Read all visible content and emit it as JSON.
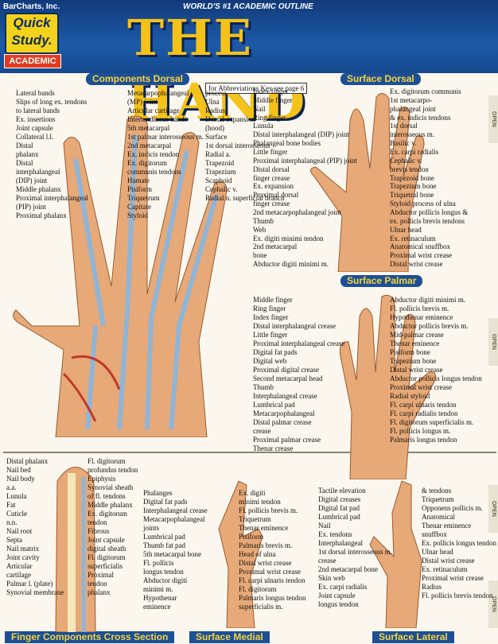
{
  "header": {
    "brand": "BarCharts, Inc.",
    "tagline": "WORLD'S #1 ACADEMIC OUTLINE",
    "quick": "Quick",
    "study": "Study.",
    "academic": "ACADEMIC",
    "title": "THE HAND"
  },
  "abbrev_note": "for Abbreviations Key see page 6",
  "open_label": "OPEN",
  "sections": {
    "components_dorsal": "Components Dorsal",
    "surface_dorsal": "Surface Dorsal",
    "surface_palmar": "Surface Palmar",
    "finger_cross": "Finger Components Cross Section",
    "surface_medial": "Surface Medial",
    "surface_lateral": "Surface Lateral"
  },
  "labels": {
    "cd": [
      "Lateral bands",
      "Slips of long ex. tendons",
      "to lateral bands",
      "Ex. insertions",
      "Joint capsule",
      "Collateral l.l.",
      "Distal",
      "phalanx",
      "Distal",
      "interphalangeal",
      "(DIP) joint",
      "Middle phalanx",
      "Proximal interphalangeal",
      "(PIP) joint",
      "Proximal phalanx",
      "Metacarpophalangeal",
      "(MP) joint",
      "Articular cartilage",
      "Intertendinous bands",
      "5th metacarpal",
      "1st palmar interosseous m.",
      "2nd metacarpal",
      "Ex. indicis tendon",
      "Ex. digitorum",
      "communis tendons",
      "Hamate",
      "Pisiform",
      "Triquetrum",
      "Capitate",
      "Styloid",
      "process",
      "Ulna",
      "Radius",
      "Dorsal expansion",
      "(hood)",
      "Surface",
      "1st dorsal interosseous",
      "Radial a.",
      "Trapezoid",
      "Trapezium",
      "Scaphoid",
      "Cephalic v.",
      "Radial n. superficial branch"
    ],
    "sd": [
      "Index finger",
      "Middle finger",
      "Nail",
      "Ring finger",
      "Lunula",
      "Distal interphalangeal (DIP) joint",
      "Phalangeal bone bodies",
      "Little finger",
      "Proximal interphalangeal (PIP) joint",
      "Distal dorsal",
      "finger crease",
      "Ex. expansion",
      "Proximal dorsal",
      "finger crease",
      "2nd metacarpophalangeal joint",
      "Thumb",
      "Web",
      "Ex. digiti minimi tendon",
      "2nd metacarpal",
      "bone",
      "Abductor digiti minimi m.",
      "Ex. digitorum communis",
      "1st metacarpo-",
      "phalangeal joint",
      "& ex. indicis tendons",
      "1st dorsal",
      "interosseous m.",
      "Basilic v.",
      "Ex. carpi radialis",
      "Cephalic v.",
      "brevis tendon",
      "Trapezoid bone",
      "Trapezium bone",
      "Triquetral bone",
      "Styloid process of ulna",
      "Abductor pollicis longus &",
      "ex. pollicis brevis tendons",
      "Ulnar head",
      "Ex. retinaculum",
      "Anatomical snuffbox",
      "Proximal wrist crease",
      "Distal wrist crease"
    ],
    "sp": [
      "Middle finger",
      "Ring finger",
      "Index finger",
      "Distal interphalangeal crease",
      "Little finger",
      "Proximal interphalangeal crease",
      "Digital fat pads",
      "Digital web",
      "Proximal digital crease",
      "Second metacarpal head",
      "Thumb",
      "Interphalangeal crease",
      "Lumbrical pad",
      "Metacarpophalangeal",
      "Distal palmar crease",
      "crease",
      "Proximal palmar crease",
      "Thenar crease",
      "Abductor digiti minimi m.",
      "Fl. pollicis brevis m.",
      "Hypothenar eminence",
      "Abductor pollicis brevis m.",
      "Mid-palmar crease",
      "Thenar eminence",
      "Pisiform bone",
      "Trapezium bone",
      "Distal wrist crease",
      "Abductor pollicis longus tendon",
      "Proximal wrist crease",
      "Radial styloid",
      "Fl. carpi ulnaris tendon",
      "Fl. carpi radialis tendon",
      "Fl. digitorum superficialis m.",
      "Fl. pollicis longus m.",
      "Palmaris longus tendon"
    ],
    "fc": [
      "Distal phalanx",
      "Nail bed",
      "Nail body",
      "a.a.",
      "Lunula",
      "Fat",
      "Cuticle",
      "n.n.",
      "Nail root",
      "Septa",
      "Nail matrix",
      "Joint cavity",
      "Articular",
      "cartilage",
      "Palmar l. (plate)",
      "Synovial membrane",
      "Fl. digitorum",
      "profundus tendon",
      "Epiphysis",
      "Synovial sheath",
      "of fl. tendons",
      "Middle phalanx",
      "Ex. digitorum",
      "tendon",
      "Fibrous",
      "Joint capsule",
      "digital sheath",
      "Fl. digitorum",
      "superficialis",
      "Proximal",
      "tendon",
      "phalanx"
    ],
    "sm": [
      "Phalanges",
      "Digital fat pads",
      "Interphalangeal crease",
      "Metacarpophalangeal",
      "joints",
      "Lumbrical pad",
      "Thumb fat pad",
      "5th metacarpal bone",
      "Fl. pollicis",
      "longus tendon",
      "Abductor digiti",
      "minimi m.",
      "Hypothenar",
      "eminence",
      "Ex. digiti",
      "minimi tendon",
      "Fl. pollicis brevis m.",
      "Triquetrum",
      "Thenar eminence",
      "Pisiform",
      "Palmaris brevis m.",
      "Head of ulna",
      "Distal wrist crease",
      "Proximal wrist crease",
      "Fl. carpi ulnaris tendon",
      "Fl. digitorum",
      "Palmaris longus tendon",
      "superficialis m."
    ],
    "sl": [
      "Tactile elevation",
      "Digital creases",
      "Digital fat pad",
      "Lumbrical pad",
      "Nail",
      "Ex. tendons",
      "Interphalangeal",
      "1st dorsal interosseous m.",
      "crease",
      "2nd metacarpal bone",
      "Skin web",
      "Ex. carpi radialis",
      "Joint capsule",
      "longus tendon",
      "& tendons",
      "Triquetrum",
      "Opponens pollicis m.",
      "Anatomical",
      "Thenar eminence",
      "snuffbox",
      "Ex. pollicis longus tendon",
      "Ulnar head",
      "Distal wrist crease",
      "Ex. retinaculum",
      "Proximal wrist crease",
      "Radius",
      "Fl. pollicis brevis tendon"
    ]
  },
  "colors": {
    "header": "#1d5aa8",
    "title": "#f5c21a",
    "section": "#1d4f96",
    "section_text": "#f5d43a",
    "skin": "#e7a977",
    "tendon": "#8fb5d8"
  }
}
